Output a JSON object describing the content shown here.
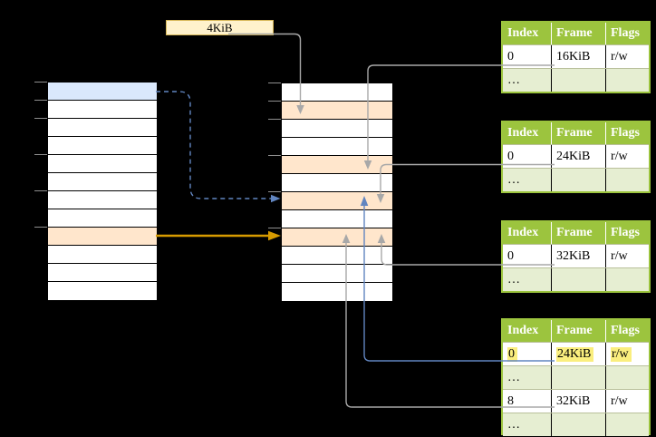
{
  "page_size_box": {
    "label": "4KiB"
  },
  "virtual_memory_table": {
    "row_fills": [
      "blue",
      "white",
      "white",
      "white",
      "white",
      "white",
      "white",
      "white",
      "orange",
      "white",
      "white",
      "white"
    ],
    "tick_boundaries": [
      0,
      1,
      2,
      4,
      6,
      8
    ]
  },
  "physical_memory_table": {
    "row_fills": [
      "white",
      "orange",
      "white",
      "white",
      "orange",
      "white",
      "orange",
      "white",
      "orange",
      "white",
      "white",
      "white"
    ],
    "tick_boundaries": [
      0,
      1,
      2,
      4,
      6,
      8
    ]
  },
  "page_tables": [
    {
      "headers": [
        "Index",
        "Frame",
        "Flags"
      ],
      "rows": [
        {
          "cells": [
            "0",
            "16KiB",
            "r/w"
          ],
          "alt": false,
          "highlight": false
        },
        {
          "cells": [
            "…",
            "",
            ""
          ],
          "alt": true,
          "highlight": false
        }
      ]
    },
    {
      "headers": [
        "Index",
        "Frame",
        "Flags"
      ],
      "rows": [
        {
          "cells": [
            "0",
            "24KiB",
            "r/w"
          ],
          "alt": false,
          "highlight": false
        },
        {
          "cells": [
            "…",
            "",
            ""
          ],
          "alt": true,
          "highlight": false
        }
      ]
    },
    {
      "headers": [
        "Index",
        "Frame",
        "Flags"
      ],
      "rows": [
        {
          "cells": [
            "0",
            "32KiB",
            "r/w"
          ],
          "alt": false,
          "highlight": false
        },
        {
          "cells": [
            "…",
            "",
            ""
          ],
          "alt": true,
          "highlight": false
        }
      ]
    },
    {
      "headers": [
        "Index",
        "Frame",
        "Flags"
      ],
      "rows": [
        {
          "cells": [
            "0",
            "24KiB",
            "r/w"
          ],
          "alt": false,
          "highlight": true
        },
        {
          "cells": [
            "…",
            "",
            ""
          ],
          "alt": true,
          "highlight": false
        },
        {
          "cells": [
            "8",
            "32KiB",
            "r/w"
          ],
          "alt": false,
          "highlight": false
        },
        {
          "cells": [
            "…",
            "",
            ""
          ],
          "alt": true,
          "highlight": false
        }
      ]
    }
  ],
  "colors": {
    "canvas_bg": "#000000",
    "page_size_box_bg": "#FFF2CC",
    "page_size_box_border": "#D6B656",
    "virtual_highlight_blue": "#DAE8FC",
    "frame_highlight_orange": "#FFE6CC",
    "page_table_header_bg": "#9CC43E",
    "page_table_border": "#9CC43E",
    "page_table_alt_row_bg": "#E6EED2",
    "cell_highlight_yellow": "#FAEE7E",
    "arrow_gray": "#A8A8A8",
    "arrow_blue": "#6185C0",
    "arrow_orange": "#D79B00"
  }
}
